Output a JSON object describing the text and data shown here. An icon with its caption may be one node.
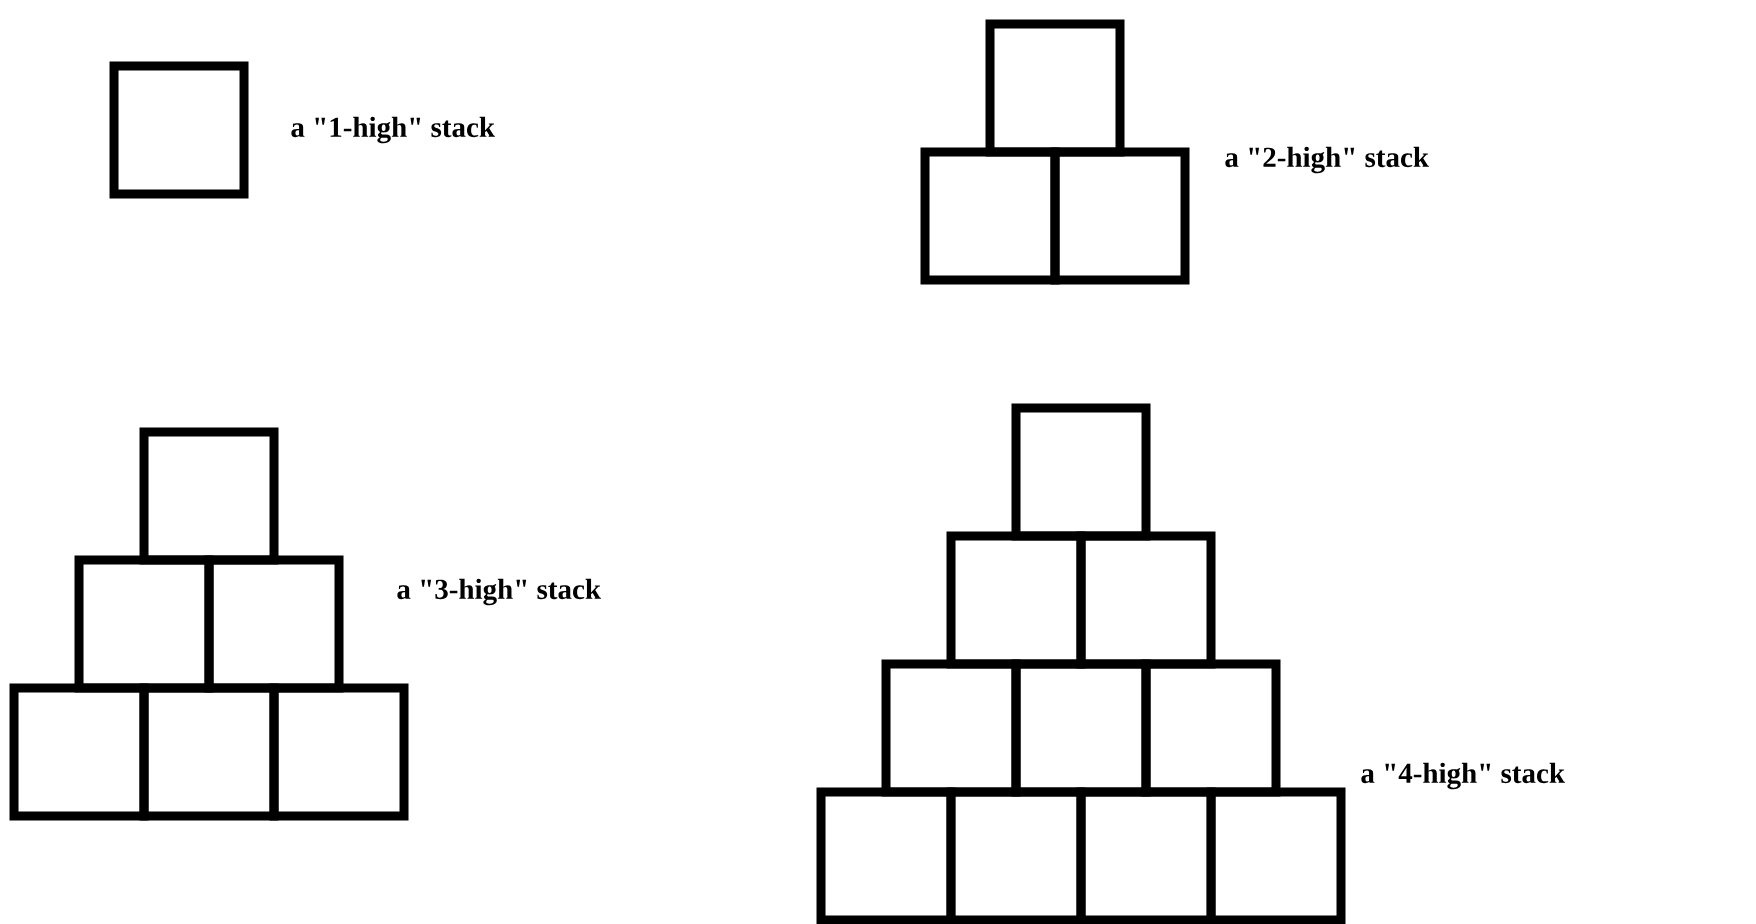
{
  "diagram": {
    "labels": [
      "a \"1-high\" stack",
      "a \"2-high\" stack",
      "a \"3-high\" stack",
      "a \"4-high\" stack"
    ]
  }
}
